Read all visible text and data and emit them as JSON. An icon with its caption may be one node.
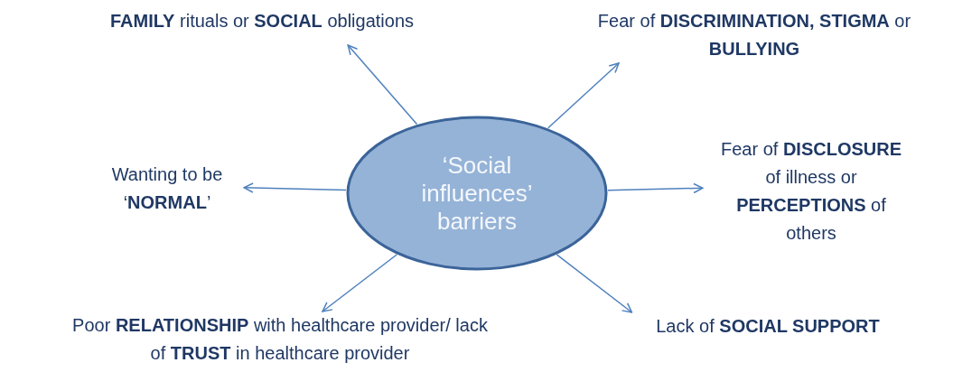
{
  "diagram": {
    "nodes": [
      {
        "text": [
          "‘Social influences’ barriers"
        ]
      },
      {
        "text": [
          "**FAMILY** rituals or **SOCIAL** obligations"
        ]
      },
      {
        "text": [
          "Fear of **DISCRIMINATION, STIGMA** or **BULLYING**"
        ]
      },
      {
        "text": [
          "Wanting to be ‘**NORMAL**’"
        ]
      },
      {
        "text": [
          "Fear of **DISCLOSURE** of illness or **PERCEPTIONS** of others"
        ]
      },
      {
        "text": [
          "Poor **RELATIONSHIP** with healthcare provider/ lack of **TRUST** in healthcare provider"
        ]
      },
      {
        "text": [
          "Lack of **SOCIAL SUPPORT**"
        ]
      }
    ],
    "edges": [
      {
        "from": 0,
        "to": 1,
        "arrow": "to"
      },
      {
        "from": 0,
        "to": 2,
        "arrow": "to"
      },
      {
        "from": 0,
        "to": 3,
        "arrow": "to"
      },
      {
        "from": 0,
        "to": 4,
        "arrow": "to"
      },
      {
        "from": 0,
        "to": 5,
        "arrow": "to"
      },
      {
        "from": 0,
        "to": 6,
        "arrow": "to"
      }
    ]
  }
}
